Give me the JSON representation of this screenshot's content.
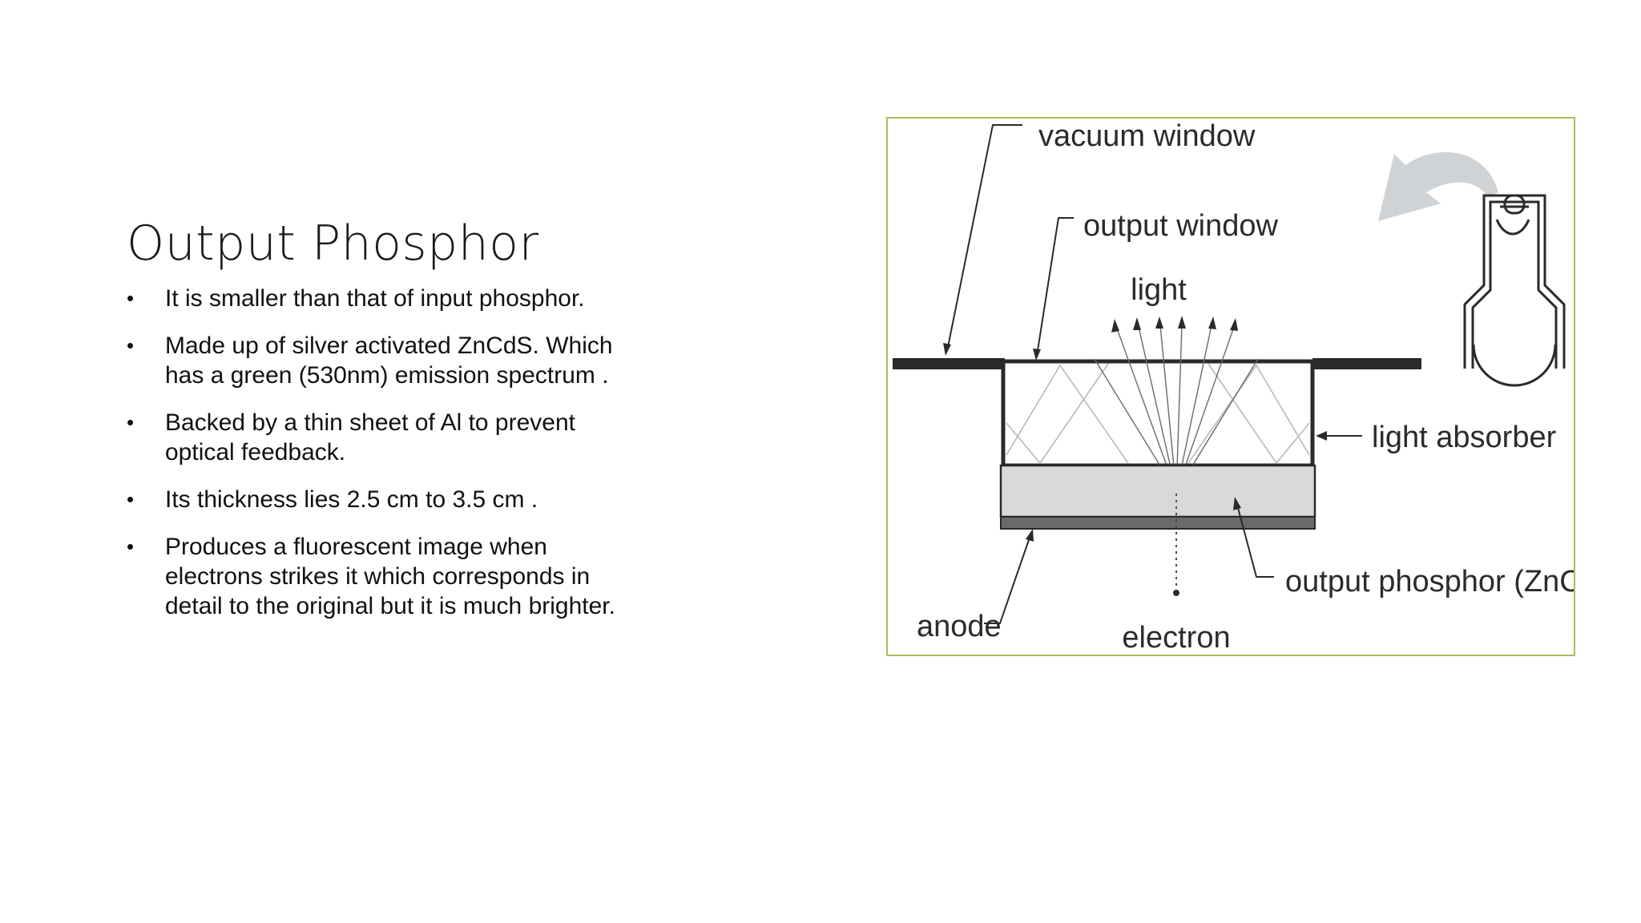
{
  "slide": {
    "title": "Output Phosphor",
    "bullets": [
      "It is smaller than that of input phosphor.",
      "Made up of silver activated ZnCdS. Which has a green (530nm) emission spectrum .",
      "Backed by a thin sheet of Al to prevent optical feedback.",
      "Its thickness lies 2.5 cm to 3.5 cm .",
      "Produces a fluorescent image when electrons strikes it which corresponds in detail to the original but it is much brighter."
    ]
  },
  "diagram": {
    "labels": {
      "vacuum_window": "vacuum window",
      "output_window": "output window",
      "light": "light",
      "light_absorber": "light absorber",
      "output_phosphor": "output phosphor (ZnCdS)",
      "anode": "anode",
      "electron": "electron"
    },
    "colors": {
      "frame": "#a7bd5c",
      "phosphor_fill": "#d9d9d9",
      "anode_fill": "#6a6a6a",
      "window_bar": "#2a2a2a",
      "arrow_icon": "#cfd3d6"
    }
  }
}
